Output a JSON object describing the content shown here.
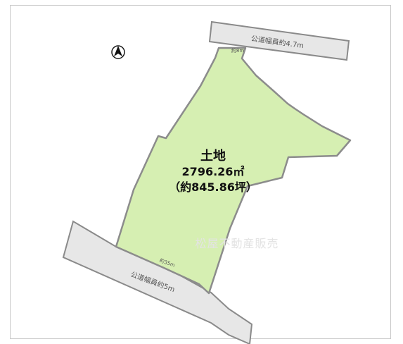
{
  "map": {
    "north_icon": "north-arrow-icon",
    "lot": {
      "title": "土地",
      "area_sqm": "2796.26㎡",
      "area_tsubo": "（約845.86坪）"
    },
    "roads": {
      "top_label": "公道幅員約4.7m",
      "bottom_label": "公道幅員約5m"
    },
    "dimensions": {
      "top_frontage": "約8m",
      "bottom_frontage": "約35m"
    },
    "watermark": "松屋不動産販売"
  },
  "colors": {
    "lot_fill": "#d6efb2",
    "lot_stroke": "#8c8c8c",
    "road_fill": "#e7e7e7",
    "road_stroke": "#8a8a8a",
    "frame": "#c9c9c9"
  }
}
